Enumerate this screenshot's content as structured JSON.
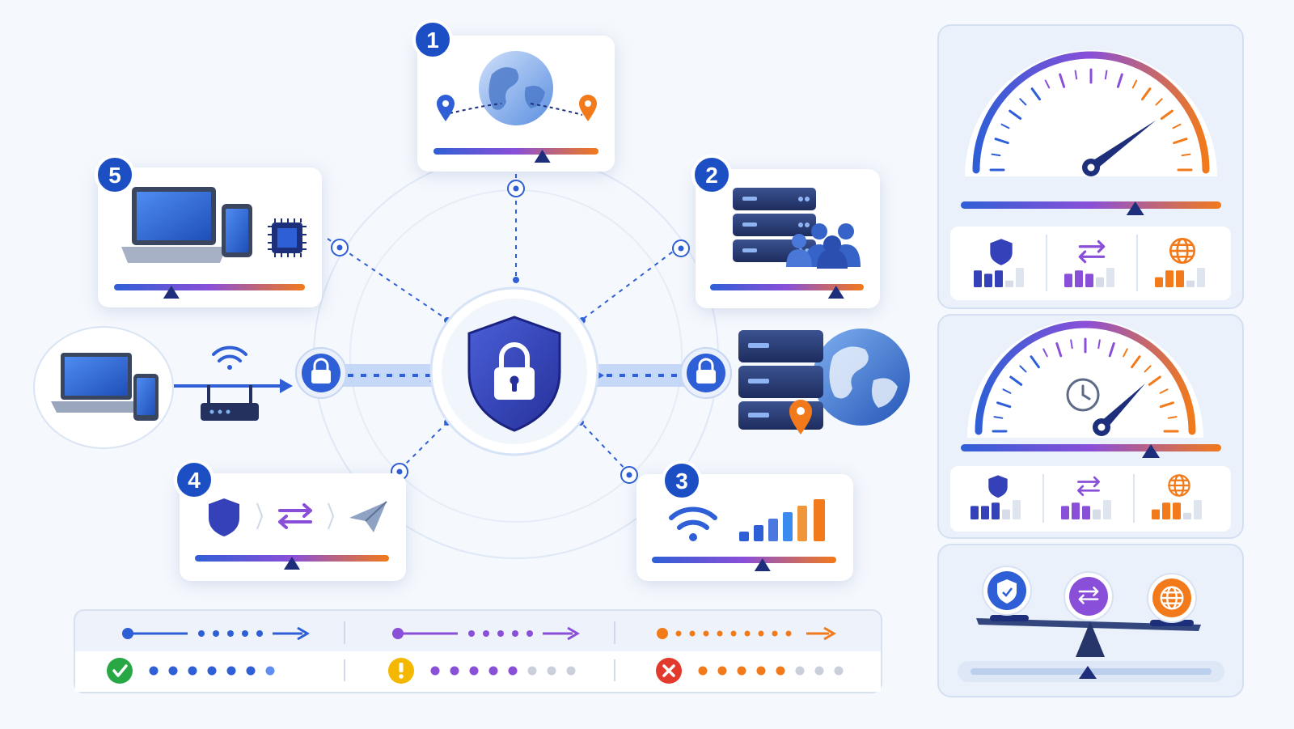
{
  "steps": [
    {
      "number": "1",
      "label": "global-locations",
      "slider_position": 0.66
    },
    {
      "number": "2",
      "label": "servers-users",
      "slider_position": 0.82
    },
    {
      "number": "3",
      "label": "signal-strength",
      "slider_position": 0.6
    },
    {
      "number": "4",
      "label": "secure-transfer",
      "slider_position": 0.5
    },
    {
      "number": "5",
      "label": "devices",
      "slider_position": 0.3
    }
  ],
  "gauges": [
    {
      "needle_value": 0.8,
      "slider_position": 0.67,
      "icon": "gauge-icon"
    },
    {
      "needle_value": 0.75,
      "slider_position": 0.73,
      "icon": "clock-icon"
    }
  ],
  "metric_rows": [
    {
      "icons": [
        "shield-icon",
        "transfer-icon",
        "globe-icon"
      ],
      "bars": [
        [
          4,
          3,
          4,
          1
        ],
        [
          3,
          4,
          3,
          2
        ],
        [
          2,
          4,
          4,
          1
        ]
      ]
    },
    {
      "icons": [
        "shield-icon",
        "transfer-icon",
        "globe-icon"
      ],
      "bars": [
        [
          3,
          3,
          4,
          2
        ],
        [
          3,
          4,
          3,
          2
        ],
        [
          2,
          4,
          4,
          1
        ]
      ]
    }
  ],
  "balance": {
    "icons": [
      "shield-icon",
      "transfer-icon",
      "globe-icon"
    ],
    "slider_position": 0.5
  },
  "legend": {
    "lines": [
      {
        "style": "blue-solid-dotted-arrow",
        "color": "#2f5fd6"
      },
      {
        "style": "purple-solid-dotted-arrow",
        "color": "#8a4fd8"
      },
      {
        "style": "orange-dotted-arrow",
        "color": "#f27a1a"
      }
    ],
    "statuses": [
      {
        "icon": "check-icon",
        "color": "#27a845",
        "filled_dots": 7,
        "total_dots": 7
      },
      {
        "icon": "warning-icon",
        "color": "#f5b800",
        "filled_dots": 5,
        "total_dots": 8
      },
      {
        "icon": "error-icon",
        "color": "#e23b2e",
        "filled_dots": 5,
        "total_dots": 8
      }
    ]
  },
  "colors": {
    "blue": "#2f5fd6",
    "navy": "#1d2f7a",
    "purple": "#8a4fd8",
    "orange": "#f27a1a",
    "shield": "#3441b8"
  }
}
